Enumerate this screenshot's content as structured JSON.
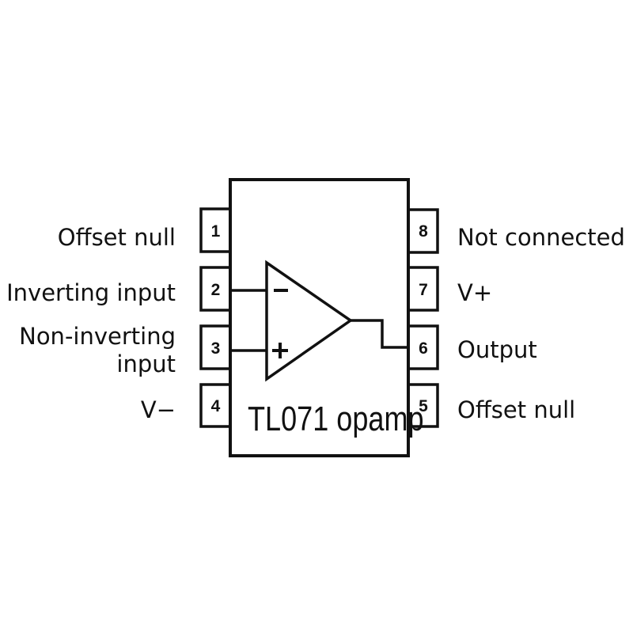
{
  "chip": {
    "label": "TL071 opamp",
    "line_color": "#111111",
    "background_color": "#ffffff"
  },
  "opamp": {
    "inverting_sign": "−",
    "noninverting_sign": "+"
  },
  "pins": {
    "p1": {
      "number": "1",
      "label": "Offset null",
      "side": "left"
    },
    "p2": {
      "number": "2",
      "label": "Inverting input",
      "side": "left"
    },
    "p3": {
      "number": "3",
      "label_line1": "Non-inverting",
      "label_line2": "input",
      "side": "left"
    },
    "p4": {
      "number": "4",
      "label": "V−",
      "side": "left"
    },
    "p5": {
      "number": "5",
      "label": "Offset null",
      "side": "right"
    },
    "p6": {
      "number": "6",
      "label": "Output",
      "side": "right"
    },
    "p7": {
      "number": "7",
      "label": "V+",
      "side": "right"
    },
    "p8": {
      "number": "8",
      "label": "Not connected",
      "side": "right"
    }
  }
}
